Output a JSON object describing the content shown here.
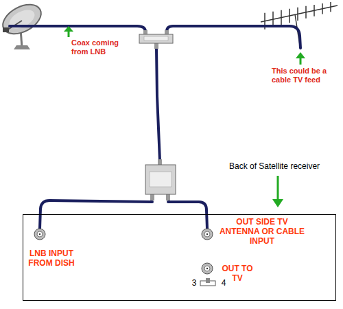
{
  "diagram": {
    "nodes": [
      {
        "text": [
          "LNB INPUT FROM DISH",
          "OUT SIDE TV ANTENNA OR CABLE INPUT",
          "OUT TO TV",
          "3",
          "4"
        ]
      }
    ],
    "labels": [
      "Coax coming from LNB",
      "This could be a cable TV feed",
      "Back of Satellite receiver"
    ]
  }
}
